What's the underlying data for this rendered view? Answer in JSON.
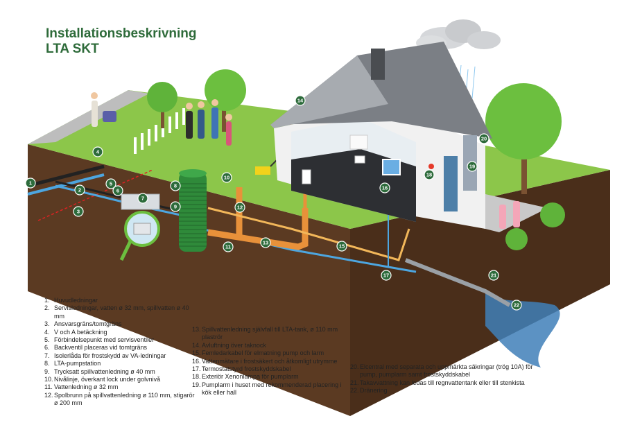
{
  "title": {
    "line1": "Installationsbeskrivning",
    "line2": "LTA SKT"
  },
  "colors": {
    "title_green": "#2e6b3a",
    "badge_green": "#2d6b3b",
    "soil_brown": "#5b3a22",
    "grass_green": "#7fbf3f",
    "sewer_pipe_orange": "#e8913a",
    "water_pipe_blue": "#4da6e0",
    "pressure_pipe_black": "#222222"
  },
  "legend": {
    "col1": [
      {
        "n": "1.",
        "text": "Huvudledningar"
      },
      {
        "n": "2.",
        "text": "Servisledningar, vatten ø 32 mm, spillvatten ø 40 mm"
      },
      {
        "n": "3.",
        "text": "Ansvarsgräns/tomtgräns"
      },
      {
        "n": "4.",
        "text": "V och A betäckning"
      },
      {
        "n": "5.",
        "text": "Förbindelsepunkt med servisventiler"
      },
      {
        "n": "6.",
        "text": "Backventil placeras vid tomtgräns"
      },
      {
        "n": "7.",
        "text": "Isolerlåda för frostskydd av VA-ledningar"
      },
      {
        "n": "8.",
        "text": "LTA-pumpstation"
      },
      {
        "n": "9.",
        "text": "Trycksatt spillvattenledning ø 40 mm"
      },
      {
        "n": "10.",
        "text": "Nivålinje, överkant lock under golvnivå"
      },
      {
        "n": "11.",
        "text": "Vattenledning ø 32 mm"
      },
      {
        "n": "12.",
        "text": "Spolbrunn på spillvattenledning ø 110 mm, stigarör ø 200 mm"
      }
    ],
    "col2": [
      {
        "n": "13.",
        "text": "Spillvattenledning självfall till LTA-tank, ø 110 mm plaströr"
      },
      {
        "n": "14.",
        "text": "Avluftning över taknock"
      },
      {
        "n": "15.",
        "text": "Femledarkabel för elmatning pump och larm"
      },
      {
        "n": "16.",
        "text": "Vattenmätare i frostsäkert och åtkomligt utrymme"
      },
      {
        "n": "17.",
        "text": "Termostatstyrd frostskyddskabel"
      },
      {
        "n": "18.",
        "text": "Exteriör Xenonlampa för pumplarm"
      },
      {
        "n": "19.",
        "text": "Pumplarm i huset med rekommenderad placering i kök eller hall"
      }
    ],
    "col3": [
      {
        "n": "20.",
        "text": "Elcentral med separata och uppmärkta säkringar (trög 10A) för pump, pumplarm samt frostskyddskabel"
      },
      {
        "n": "21.",
        "text": "Takavvattning kan ledas till regnvattentank eller till stenkista"
      },
      {
        "n": "22.",
        "text": "Dränering"
      }
    ]
  },
  "badges": [
    "1",
    "2",
    "3",
    "4",
    "5",
    "6",
    "7",
    "8",
    "9",
    "10",
    "11",
    "12",
    "13",
    "14",
    "15",
    "16",
    "17",
    "18",
    "19",
    "20",
    "21",
    "22"
  ]
}
